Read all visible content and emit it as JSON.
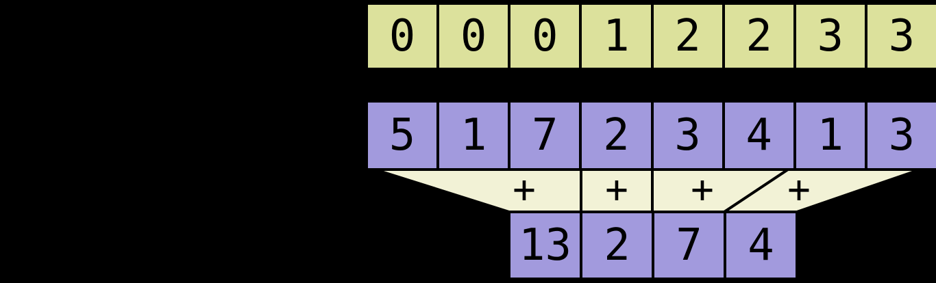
{
  "diagram": {
    "type": "segmented-sum",
    "background_color": "#000000",
    "border_color": "#000000",
    "keys_row": {
      "fill": "#dce19c",
      "values": [
        "0",
        "0",
        "0",
        "1",
        "2",
        "2",
        "3",
        "3"
      ]
    },
    "values_row": {
      "fill": "#a29add",
      "values": [
        "5",
        "1",
        "7",
        "2",
        "3",
        "4",
        "1",
        "3"
      ]
    },
    "operators": {
      "fill": "#f2f2d6",
      "labels": [
        "+",
        "+",
        "+",
        "+"
      ]
    },
    "sums_row": {
      "fill": "#a29add",
      "values": [
        "13",
        "2",
        "7",
        "4"
      ]
    }
  }
}
